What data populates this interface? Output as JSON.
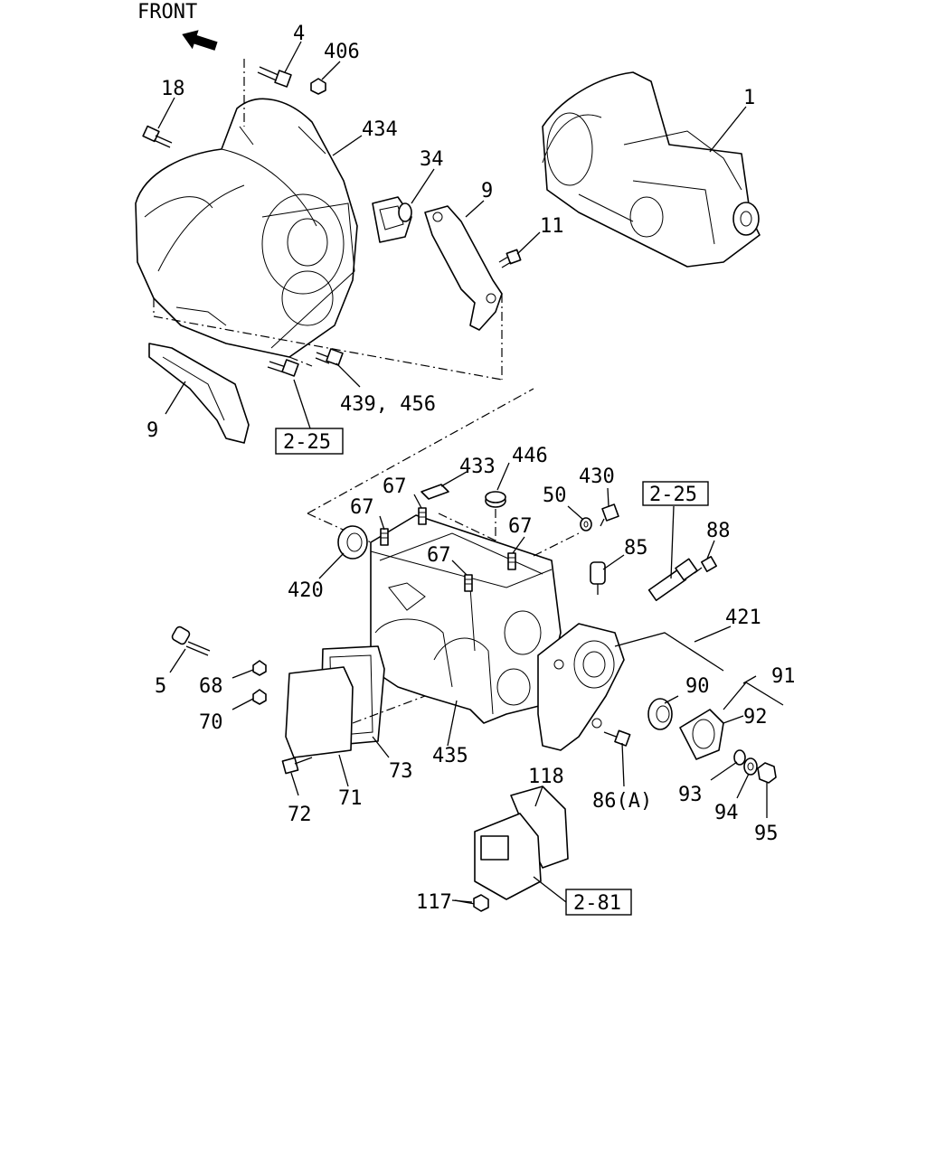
{
  "front_label": "FRONT",
  "callouts": {
    "c1": "1",
    "c4": "4",
    "c406": "406",
    "c18": "18",
    "c434": "434",
    "c34": "34",
    "c9a": "9",
    "c11": "11",
    "c439": "439, 456",
    "c9b": "9",
    "c433": "433",
    "c446": "446",
    "c430": "430",
    "c50": "50",
    "c67a": "67",
    "c67b": "67",
    "c67c": "67",
    "c67d": "67",
    "c88": "88",
    "c85": "85",
    "c420": "420",
    "c421": "421",
    "c91": "91",
    "c90": "90",
    "c92": "92",
    "c5": "5",
    "c68": "68",
    "c70": "70",
    "c73": "73",
    "c435": "435",
    "c72": "72",
    "c71": "71",
    "c86": "86(A)",
    "c93": "93",
    "c94": "94",
    "c95": "95",
    "c118": "118",
    "c117": "117"
  },
  "refs": {
    "r1": "2-25",
    "r2": "2-25",
    "r3": "2-81"
  },
  "icons": {
    "front_arrow": "front-arrow-icon"
  }
}
